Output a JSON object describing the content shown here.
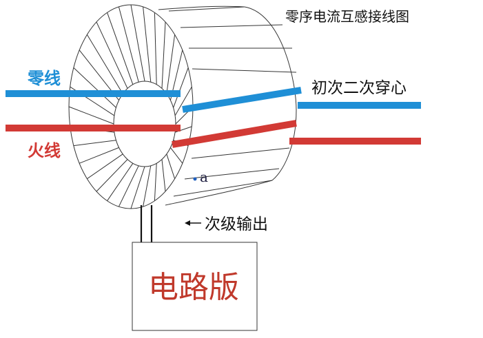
{
  "title": "零序电流互感接线图",
  "labels": {
    "neutral": "零线",
    "live": "火线",
    "primary_pass": "初次二次穿心",
    "secondary_output": "次级输出",
    "board": "电路版",
    "point": "a"
  },
  "colors": {
    "neutral": "#1f8fd6",
    "live": "#d23a35",
    "board_text": "#c0392b",
    "line": "#222222"
  },
  "icons": {
    "arrow": "left-arrow-icon"
  }
}
